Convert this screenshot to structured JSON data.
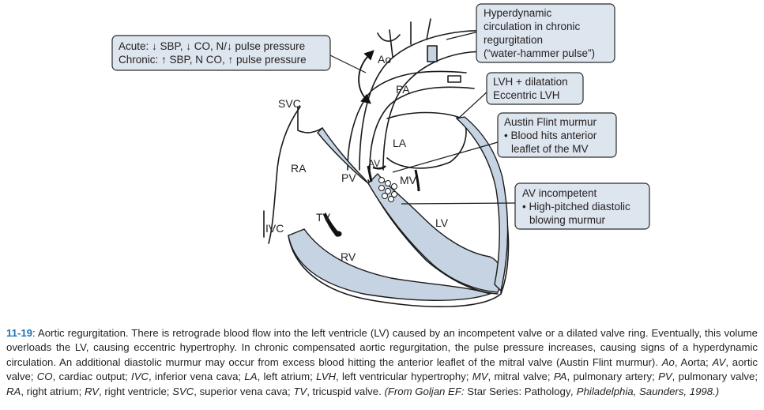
{
  "figure": {
    "labels": {
      "ao": "Ao",
      "pa": "PA",
      "svc": "SVC",
      "la": "LA",
      "ra": "RA",
      "pv": "PV",
      "av": "AV",
      "mv": "MV",
      "tv": "TV",
      "ivc": "IVC",
      "lv": "LV",
      "rv": "RV"
    },
    "callouts": {
      "pressure": [
        "Acute: ↓ SBP, ↓ CO, N/↓ pulse pressure",
        "Chronic: ↑ SBP, N CO, ↑ pulse pressure"
      ],
      "hyperdynamic": [
        "Hyperdynamic",
        "circulation in chronic",
        "regurgitation",
        "(“water-hammer pulse”)"
      ],
      "lvh": [
        "LVH + dilatation",
        "Eccentric LVH"
      ],
      "austin_flint": [
        "Austin Flint murmur",
        "• Blood hits anterior",
        "leaflet of the MV"
      ],
      "av_incompetent": [
        "AV incompetent",
        "• High-pitched diastolic",
        "blowing murmur"
      ]
    },
    "colors": {
      "chamber_fill": "#c5d3e2",
      "callout_fill": "#dde5ee",
      "callout_border": "#2b2b2b",
      "figure_number": "#1f74b8"
    }
  },
  "caption": {
    "figure_number": "11-19",
    "colon": ":",
    "body": " Aortic regurgitation. There is retrograde blood flow into the left ventricle (LV) caused by an incompetent valve or a dilated valve ring. Eventually, this volume overloads the LV, causing eccentric hypertrophy. In chronic compensated aortic regurgitation, the pulse pressure increases, causing signs of a hyperdynamic circulation. An additional diastolic murmur may occur from excess blood hitting the anterior leaflet of the mitral valve (Austin Flint murmur). ",
    "abbreviations": [
      {
        "abbr": "Ao",
        "def": ", Aorta; "
      },
      {
        "abbr": "AV",
        "def": ", aortic valve; "
      },
      {
        "abbr": "CO",
        "def": ", cardiac output; "
      },
      {
        "abbr": "IVC",
        "def": ", inferior vena cava; "
      },
      {
        "abbr": "LA",
        "def": ", left atrium; "
      },
      {
        "abbr": "LVH",
        "def": ", left ventricular hypertrophy; "
      },
      {
        "abbr": "MV",
        "def": ", mitral valve; "
      },
      {
        "abbr": "PA",
        "def": ", pulmonary artery; "
      },
      {
        "abbr": "PV",
        "def": ", pulmonary valve; "
      },
      {
        "abbr": "RA",
        "def": ", right atrium; "
      },
      {
        "abbr": "RV",
        "def": ", right ventricle; "
      },
      {
        "abbr": "SVC",
        "def": ", superior vena cava; "
      },
      {
        "abbr": "TV",
        "def": ", tricuspid valve. "
      }
    ],
    "source_prefix": "(From Goljan EF: ",
    "source_title": "Star Series: Pathology",
    "source_suffix": ", Philadelphia, Saunders, 1998.)"
  }
}
